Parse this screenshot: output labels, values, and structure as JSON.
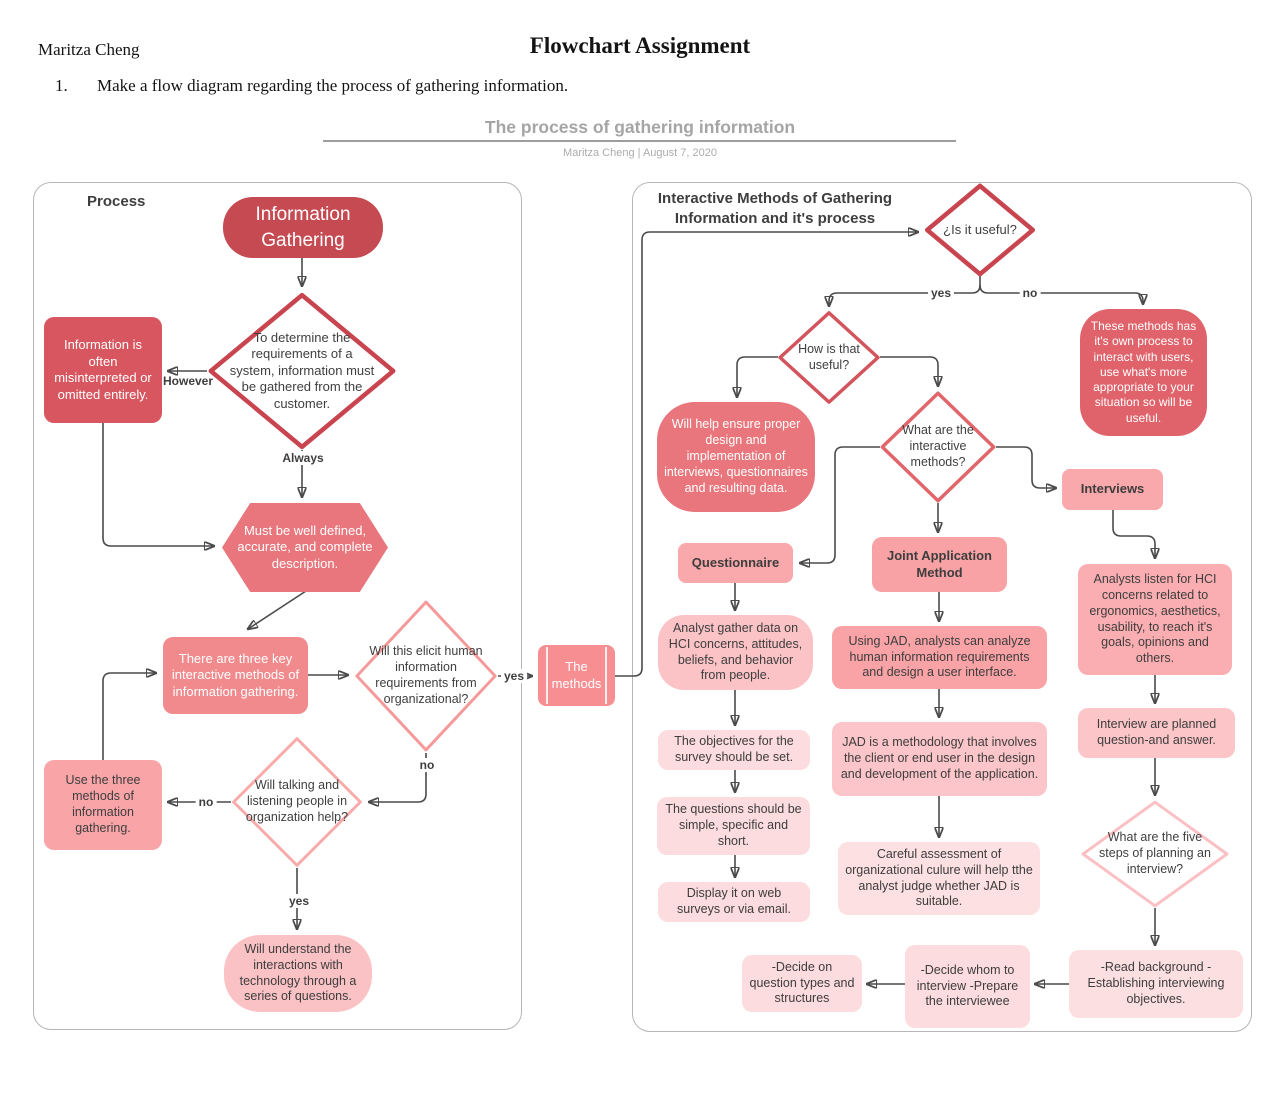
{
  "header": {
    "author": "Maritza Cheng",
    "title": "Flowchart Assignment",
    "item_number": "1.",
    "item_text": "Make a flow diagram regarding the process of gathering information.",
    "subtitle": "The process of gathering information",
    "byline": "Maritza Cheng  |  August 7, 2020"
  },
  "labels": {
    "yes": "yes",
    "no": "no",
    "however": "However",
    "always": "Always"
  },
  "colors": {
    "dark_red": "#c54a52",
    "red": "#d8565f",
    "coral": "#e8767c",
    "deep_coral": "#e0636b",
    "salmon": "#f18a8d",
    "methods_salmon": "#f78f92",
    "light_salmon": "#f9a8ab",
    "pink": "#fbc3c6",
    "pale_pink": "#fcdcde",
    "diamond_border_dark": "#c8444e",
    "diamond_border_light": "#f59a9b",
    "connector": "#4a4a4a",
    "panel_border": "#b6b6b6",
    "muted_text": "#a9a9a9",
    "dark_text": "#3d3d3d"
  },
  "left_panel": {
    "title": "Process",
    "nodes": {
      "start": "Information Gathering",
      "determine": "To determine the requirements of a system, information must be gathered from the customer.",
      "misinterpreted": "Information is often misinterpreted or omitted entirely.",
      "must_be": "Must be well defined, accurate, and complete description.",
      "three_key": "There are three key interactive methods of information gathering.",
      "elicit": "Will this elicit human information requirements from organizational?",
      "methods": "The methods",
      "talking": "Will talking and listening people in organization help?",
      "use_three": "Use the three methods of information gathering.",
      "understand": "Will understand the interactions with technology through a series of questions."
    }
  },
  "right_panel": {
    "title": "Interactive Methods of Gathering Information and it's process",
    "nodes": {
      "is_useful": "¿Is it useful?",
      "how_useful": "How is that useful?",
      "these_methods": "These methods has it's own process to interact with users, use what's more appropriate to your situation so will be useful.",
      "will_help": "Will help ensure proper design and implementation of interviews, questionnaires and resulting data.",
      "what_methods": "What are the interactive methods?",
      "interviews": "Interviews",
      "questionnaire": "Questionnaire",
      "jam": "Joint Application Method",
      "analyst_gather": "Analyst gather data on HCI concerns, attitudes, beliefs, and behavior from people.",
      "using_jad": "Using JAD, analysts can analyze human information requirements and design a user interface.",
      "analysts_listen": "Analysts listen for HCI concerns related to ergonomics, aesthetics, usability, to reach it's goals, opinions and others.",
      "objectives": "The objectives for the survey should be set.",
      "jad_methodology": "JAD is a methodology that involves the client or end user in the design and development of the application.",
      "interview_planned": "Interview are planned question-and answer.",
      "questions": "The questions should be simple, specific and short.",
      "careful": "Careful assessment of organizational culure will help tthe analyst judge whether JAD is suitable.",
      "five_steps": "What are the five steps of planning an interview?",
      "display": "Display it on web surveys or via email.",
      "decide_questions": "-Decide on question types and structures",
      "decide_whom": "-Decide whom to interview -Prepare the interviewee",
      "read_background": "-Read background -Establishing interviewing objectives."
    }
  }
}
